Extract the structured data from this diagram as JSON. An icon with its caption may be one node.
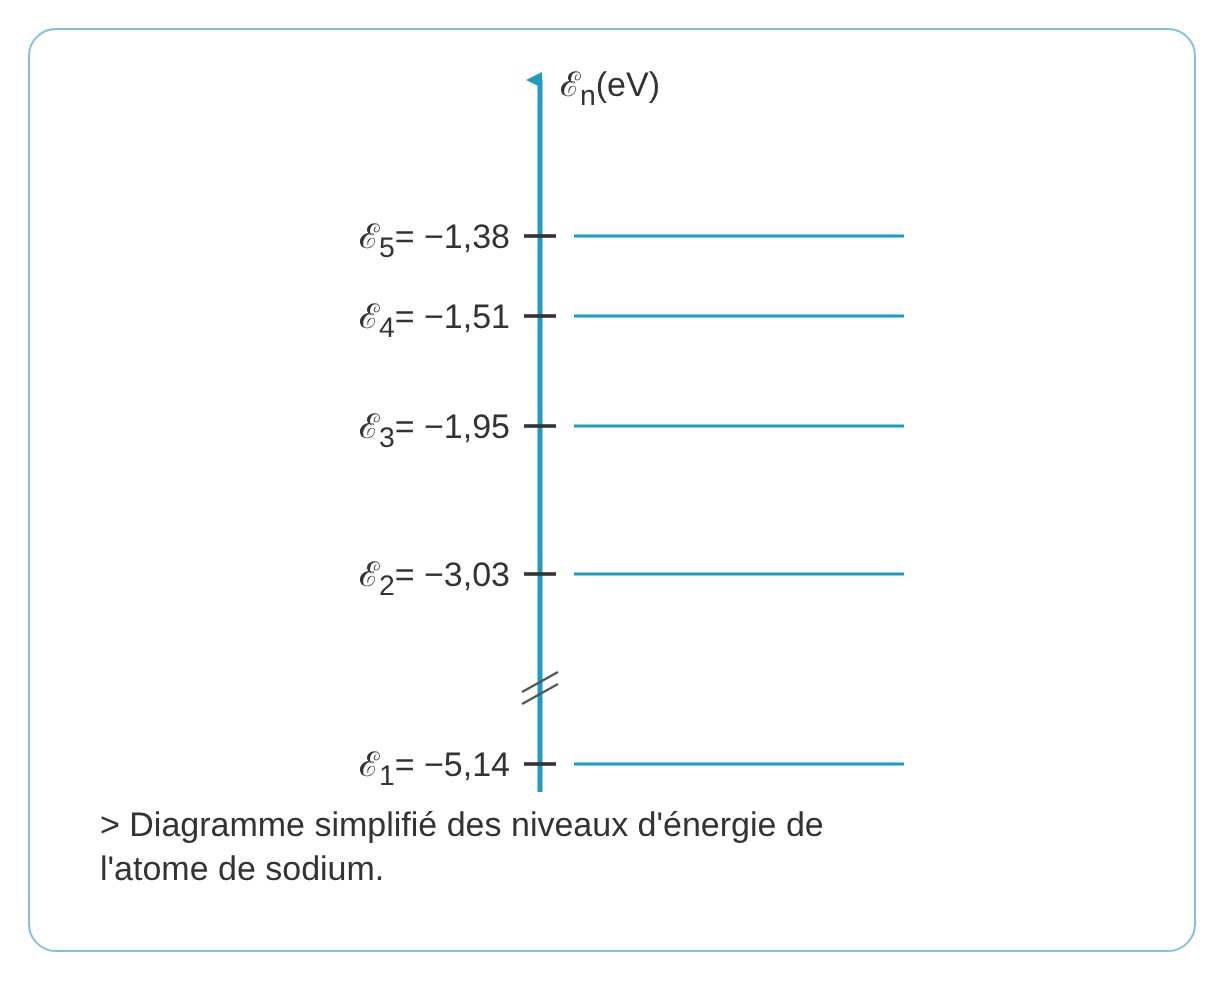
{
  "diagram": {
    "caption": "> Diagramme simplifié des niveaux d'énergie de l'atome de sodium.",
    "labels": [
      "ℰ$_{n}$(eV)",
      "ℰ$_{5}$= −1,38",
      "ℰ$_{4}$= −1,51",
      "ℰ$_{3}$= −1,95",
      "ℰ$_{2}$= −3,03",
      "ℰ$_{1}$= −5,14"
    ]
  }
}
